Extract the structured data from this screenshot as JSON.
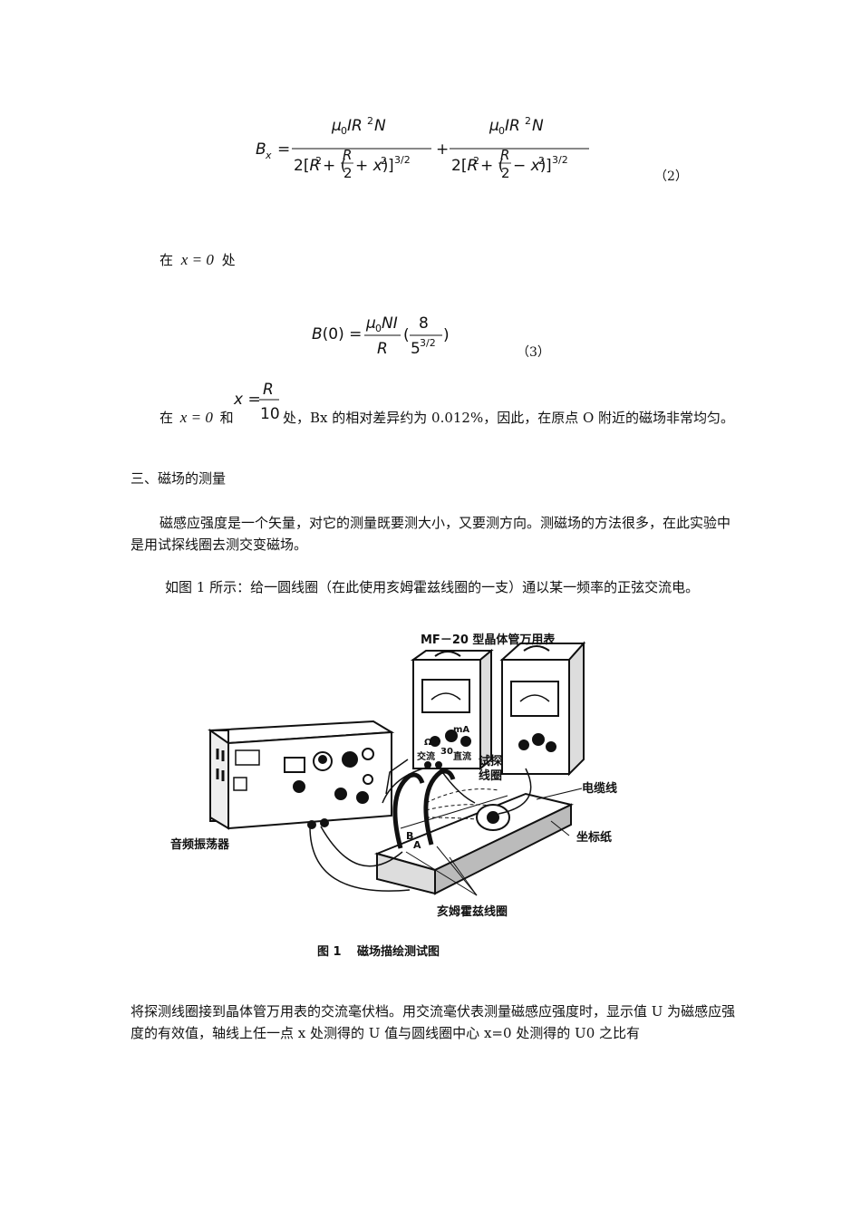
{
  "equations": {
    "eq2": {
      "lhs": "B",
      "lhs_sub": "x",
      "num": "μ",
      "num_sub": "0",
      "num_rest": "IR",
      "num_sup": "2",
      "num_end": "N",
      "den_left": "2[R",
      "den_mid1": " + (",
      "frac_R": "R",
      "frac_2": "2",
      "plus_x": " + x)",
      "minus_x": " − x)",
      "den_sup": "2",
      "den_close": "]",
      "den_pow": "3/2",
      "number": "（2）"
    },
    "eq3": {
      "lhs": "B(0) =",
      "num": "μ",
      "num_sub": "0",
      "num_rest": "NI",
      "den": "R",
      "paren_num": "8",
      "paren_den_base": "5",
      "paren_den_sup": "3/2",
      "number": "（3）"
    }
  },
  "text": {
    "at_x0_prefix": "在",
    "x_eq_0": "x = 0",
    "at_x0_suffix": "处",
    "line2_prefix": "在",
    "line2_and": "和",
    "x_eq": "x =",
    "frac_R": "R",
    "frac_10": "10",
    "line2_rest": "处，Bx 的相对差异约为 0.012%，因此，在原点 O 附近的磁场非常均匀。",
    "section_heading": "三、磁场的测量",
    "para1": "磁感应强度是一个矢量，对它的测量既要测大小，又要测方向。测磁场的方法很多，在此实验中是用试探线圈去测交变磁场。",
    "para2": "如图 1 所示：给一圆线圈（在此使用亥姆霍兹线圈的一支）通以某一频率的正弦交流电。",
    "para3": "将探测线圈接到晶体管万用表的交流毫伏档。用交流毫伏表测量磁感应强度时，显示值 U 为磁感应强度的有效值，轴线上任一点 x 处测得的 U 值与圆线圈中心 x=0 处测得的 U0 之比有"
  },
  "figure": {
    "label_meter": "MF－20 型晶体管万用表",
    "label_probe": "试探\n线圈",
    "label_probe_1": "试探",
    "label_probe_2": "线圈",
    "label_cable": "电缆线",
    "label_paper": "坐标纸",
    "label_oscillator": "音频振荡器",
    "label_coils": "亥姆霍兹线圈",
    "label_A": "A",
    "label_B": "B",
    "meter_ac": "交流",
    "meter_dc": "直流",
    "meter_omega": "Ω",
    "meter_ma": "mA",
    "meter_30": "30",
    "caption_num": "图 1",
    "caption_text": "磁场描绘测试图"
  }
}
